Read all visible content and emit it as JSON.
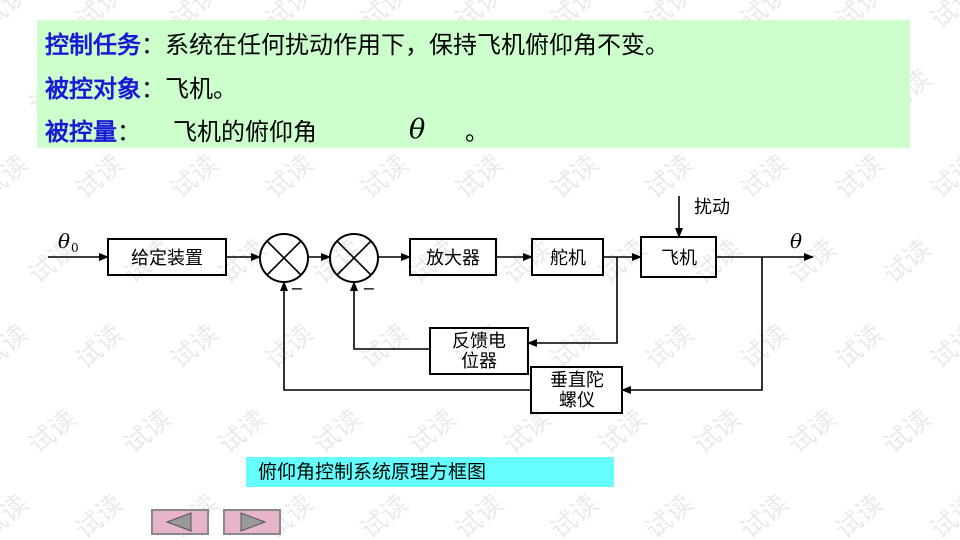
{
  "info": {
    "task_label": "控制任务",
    "task_colon": "：",
    "task_text": "系统在任何扰动作用下，保持飞机俯仰角不变。",
    "object_label": "被控对象",
    "object_colon": "：",
    "object_text": "飞机。",
    "variable_label": "被控量",
    "variable_colon": "：",
    "variable_text": "飞机的俯仰角",
    "variable_symbol": "θ",
    "variable_end": "。"
  },
  "diagram": {
    "input_symbol": "θ",
    "input_subscript": "0",
    "output_symbol": "θ",
    "setter": "给定装置",
    "amplifier": "放大器",
    "servo": "舵机",
    "plane": "飞机",
    "disturbance": "扰动",
    "feedback_pot_line1": "反馈电",
    "feedback_pot_line2": "位器",
    "gyro_line1": "垂直陀",
    "gyro_line2": "螺仪",
    "minus1": "−",
    "minus2": "−"
  },
  "caption": "俯仰角控制系统原理方框图",
  "watermark_text": "试读",
  "nav": {
    "prev_icon": "left-arrow-icon",
    "next_icon": "right-arrow-icon"
  },
  "colors": {
    "info_bg": "#ccffcc",
    "label": "#1a1ad6",
    "caption_bg": "#66ffff",
    "nav_bg": "#e8b4cc"
  }
}
